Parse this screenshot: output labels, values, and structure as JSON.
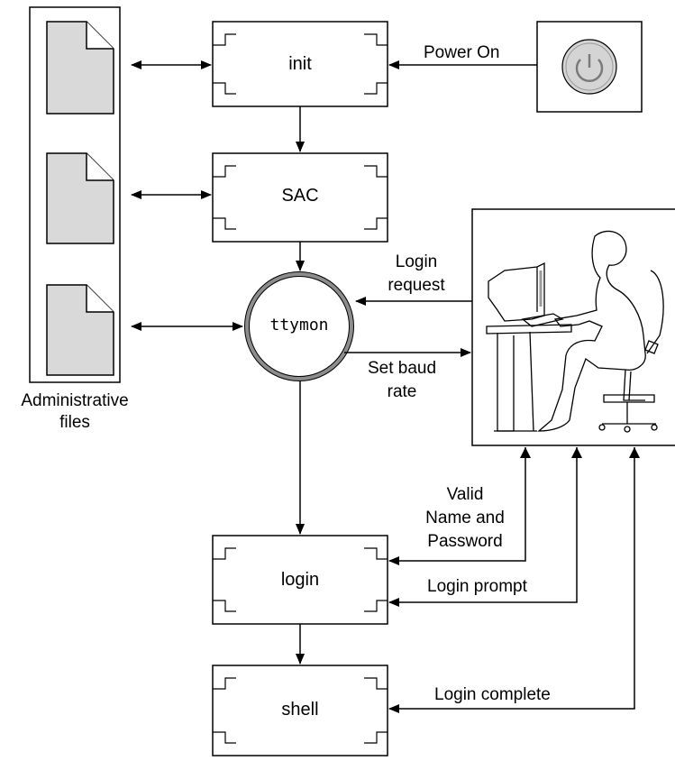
{
  "processes": {
    "init": "init",
    "sac": "SAC",
    "ttymon": "ttymon",
    "login": "login",
    "shell": "shell"
  },
  "labels": {
    "power_on": "Power On",
    "admin_files_line1": "Administrative",
    "admin_files_line2": "files",
    "login_request_line1": "Login",
    "login_request_line2": "request",
    "set_baud_line1": "Set baud",
    "set_baud_line2": "rate",
    "valid_line1": "Valid",
    "valid_line2": "Name and",
    "valid_line3": "Password",
    "login_prompt": "Login prompt",
    "login_complete": "Login complete"
  },
  "icons": {
    "power": "power-button-icon",
    "document": "document-icon",
    "terminal_user": "user-at-terminal-icon"
  },
  "colors": {
    "stroke": "#000000",
    "doc_fill": "#d9d9d9",
    "power_fill": "#d4d4d4",
    "ttymon_ring": "#8c8c8c"
  }
}
